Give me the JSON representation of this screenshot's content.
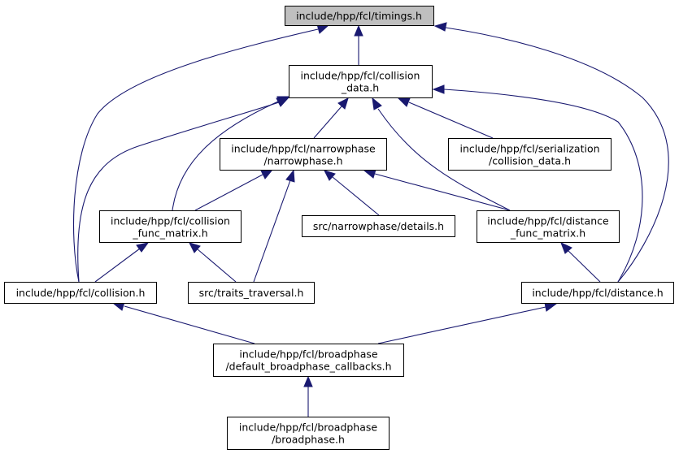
{
  "nodes": {
    "timings": {
      "lines": [
        "include/hpp/fcl/timings.h"
      ]
    },
    "collision_data": {
      "lines": [
        "include/hpp/fcl/collision",
        "_data.h"
      ]
    },
    "narrowphase": {
      "lines": [
        "include/hpp/fcl/narrowphase",
        "/narrowphase.h"
      ]
    },
    "serialization": {
      "lines": [
        "include/hpp/fcl/serialization",
        "/collision_data.h"
      ]
    },
    "collision_func_matrix": {
      "lines": [
        "include/hpp/fcl/collision",
        "_func_matrix.h"
      ]
    },
    "details": {
      "lines": [
        "src/narrowphase/details.h"
      ]
    },
    "distance_func_matrix": {
      "lines": [
        "include/hpp/fcl/distance",
        "_func_matrix.h"
      ]
    },
    "collision": {
      "lines": [
        "include/hpp/fcl/collision.h"
      ]
    },
    "traits_traversal": {
      "lines": [
        "src/traits_traversal.h"
      ]
    },
    "distance": {
      "lines": [
        "include/hpp/fcl/distance.h"
      ]
    },
    "default_callbacks": {
      "lines": [
        "include/hpp/fcl/broadphase",
        "/default_broadphase_callbacks.h"
      ]
    },
    "broadphase": {
      "lines": [
        "include/hpp/fcl/broadphase",
        "/broadphase.h"
      ]
    }
  }
}
